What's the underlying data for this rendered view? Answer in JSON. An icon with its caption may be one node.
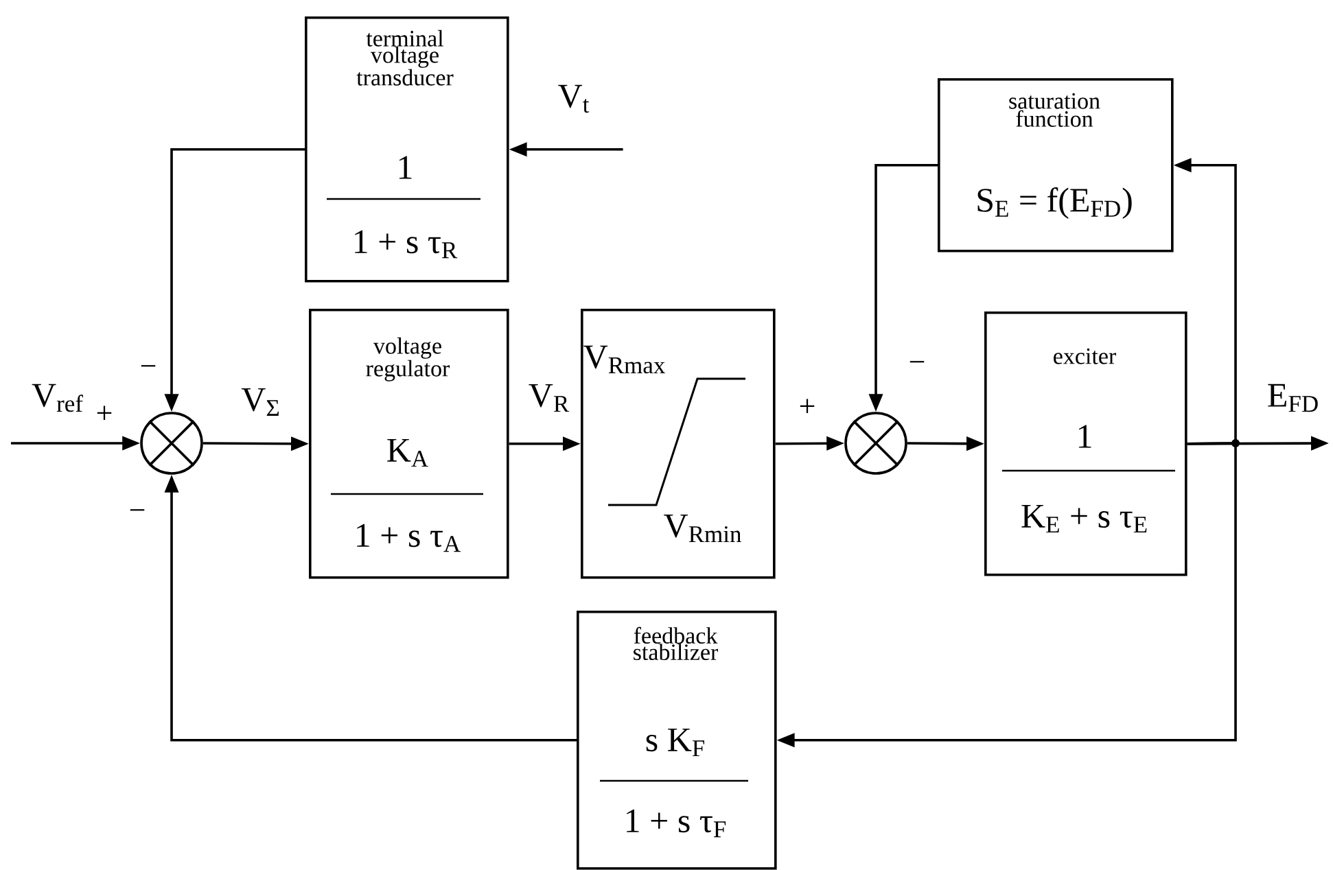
{
  "diagram": {
    "nodes": [
      {
        "text": [
          "terminal voltage transducer",
          "1",
          "1 + s τ$_{R}$"
        ]
      },
      {
        "text": [],
        "shape": "circle"
      },
      {
        "text": [
          "voltage regulator",
          "K$_{A}$",
          "1 + s τ$_{A}$"
        ]
      },
      {
        "text": [
          "V$_{Rmax}$",
          "V$_{Rmin}$"
        ]
      },
      {
        "text": [],
        "shape": "circle"
      },
      {
        "text": [
          "saturation function",
          "S$_{E}$ = f(E$_{FD}$)"
        ]
      },
      {
        "text": [
          "exciter",
          "1",
          "K$_{E}$ + s τ$_{E}$"
        ]
      },
      {
        "text": [
          "feedback stabilizer",
          "s K$_{F}$",
          "1 + s τ$_{F}$"
        ]
      }
    ],
    "edges": [
      {
        "from": null,
        "to": 1,
        "arrow": "to",
        "label": "V$_{ref}$"
      },
      {
        "from": 1,
        "to": 2,
        "arrow": "to",
        "label": "V$_{Σ}$"
      },
      {
        "from": 2,
        "to": 3,
        "arrow": "to",
        "label": "V$_{R}$"
      },
      {
        "from": 3,
        "to": 4,
        "arrow": "to"
      },
      {
        "from": 4,
        "to": 6,
        "arrow": "to"
      },
      {
        "from": 6,
        "to": null,
        "arrow": "to",
        "label": "E$_{FD}$"
      },
      {
        "from": null,
        "to": 0,
        "arrow": "to",
        "label": "V$_{t}$"
      },
      {
        "from": 0,
        "to": 1,
        "arrow": "to"
      },
      {
        "from": 6,
        "to": 5,
        "arrow": "to"
      },
      {
        "from": 5,
        "to": 4,
        "arrow": "to"
      },
      {
        "from": 6,
        "to": 7,
        "arrow": "to"
      },
      {
        "from": 7,
        "to": 1,
        "arrow": "to"
      }
    ],
    "labels": [
      "−",
      "+",
      "−",
      "+",
      "−"
    ]
  }
}
